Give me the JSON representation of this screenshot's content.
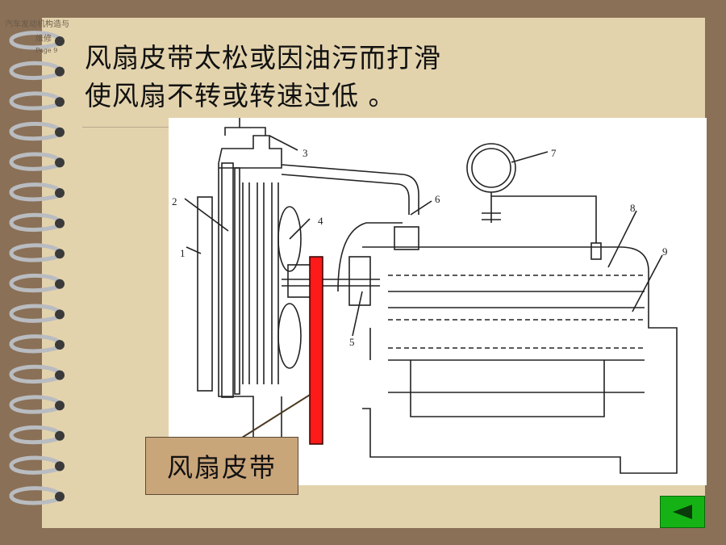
{
  "header": {
    "line1": "汽车发动机构造与",
    "line2": "维修",
    "page_label": "Page 9"
  },
  "title": {
    "line1": "风扇皮带太松或因油污而打滑",
    "line2": "使风扇不转或转速过低 。"
  },
  "diagram": {
    "numbers": [
      "1",
      "2",
      "3",
      "4",
      "5",
      "6",
      "7",
      "8",
      "9"
    ],
    "belt_color": "#ff1a1a"
  },
  "callout": {
    "label": "风扇皮带"
  },
  "nav": {
    "back_icon": "triangle-left-icon",
    "color": "#15b215"
  },
  "colors": {
    "background": "#8a7057",
    "page": "#e3d3ad"
  }
}
